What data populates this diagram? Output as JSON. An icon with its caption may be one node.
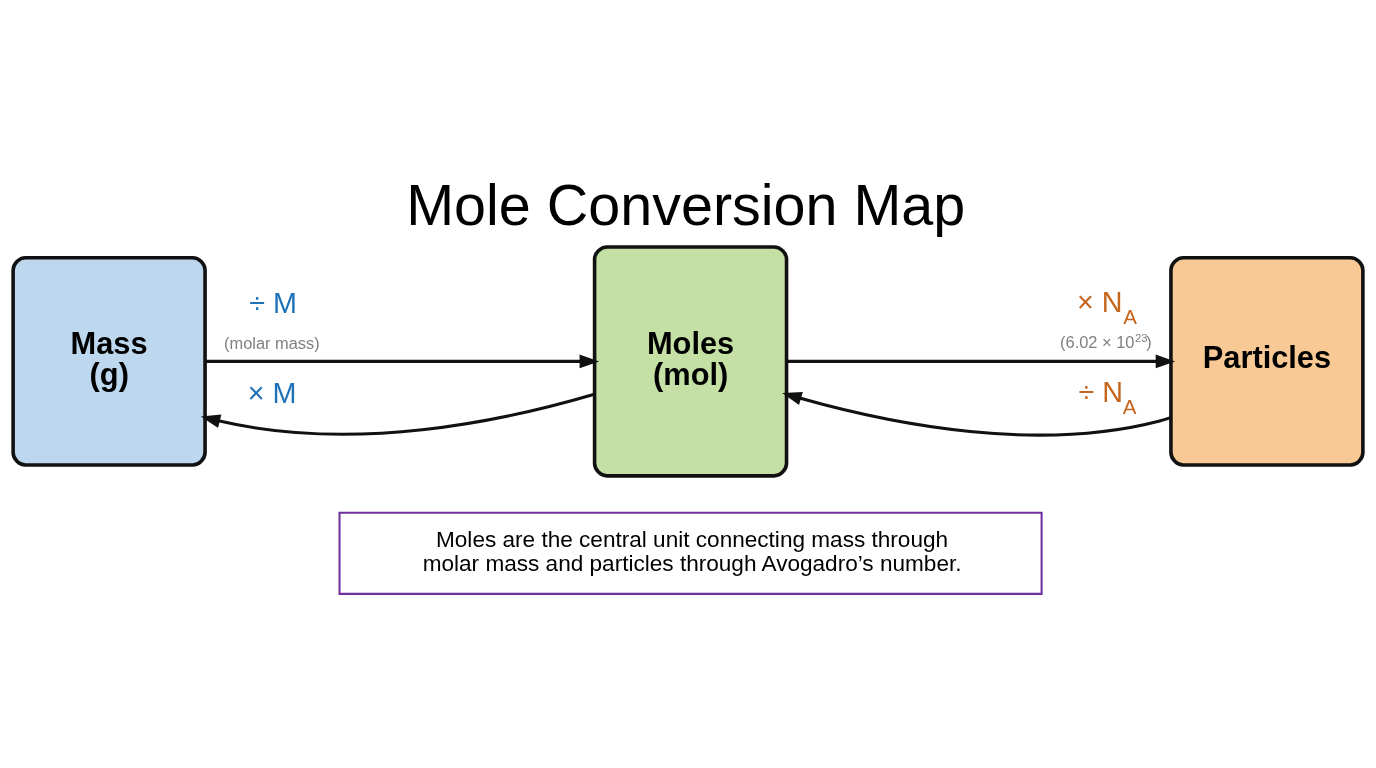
{
  "diagram": {
    "title": "Mole Conversion Map",
    "nodes": [
      {
        "text": [
          "Mass (g)"
        ]
      },
      {
        "text": [
          "Moles (mol)"
        ]
      },
      {
        "text": [
          "Particles"
        ]
      },
      {
        "text": [
          "Moles are the central unit connecting mass through molar mass and particles through Avogadro’s number."
        ]
      }
    ],
    "edges": [
      {
        "from": 0,
        "to": 1,
        "arrow": "to",
        "label": "÷ M (molar mass)"
      },
      {
        "from": 1,
        "to": 0,
        "arrow": "to",
        "label": "× M"
      },
      {
        "from": 1,
        "to": 2,
        "arrow": "to",
        "label": "× N$_{A}$ (6.02 × 10$^{23}$)"
      },
      {
        "from": 2,
        "to": 1,
        "arrow": "to",
        "label": "÷ N$_{A}$"
      }
    ]
  }
}
